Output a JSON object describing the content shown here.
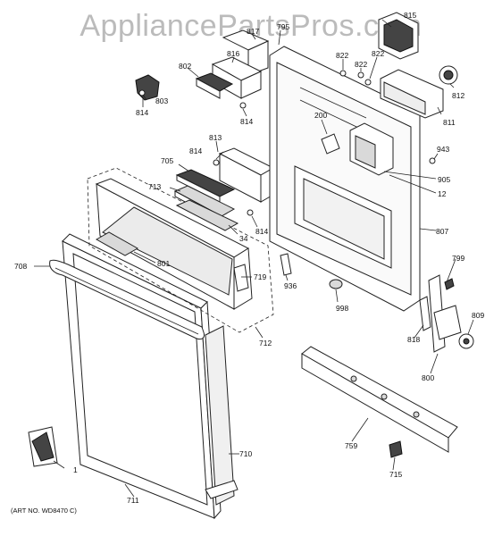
{
  "watermark": "AppliancePartsPros.com",
  "art_number": "(ART NO. WD8470 C)",
  "callouts": {
    "c795": "795",
    "c815": "815",
    "c817": "817",
    "c816": "816",
    "c802": "802",
    "c803": "803",
    "c814a": "814",
    "c814b": "814",
    "c814c": "814",
    "c814d": "814",
    "c822a": "822",
    "c822b": "822",
    "c822c": "822",
    "c812": "812",
    "c811": "811",
    "c200": "200",
    "c813": "813",
    "c943": "943",
    "c905": "905",
    "c12": "12",
    "c705": "705",
    "c713": "713",
    "c34": "34",
    "c807": "807",
    "c708": "708",
    "c801": "801",
    "c719": "719",
    "c936": "936",
    "c998": "998",
    "c799": "799",
    "c712": "712",
    "c818": "818",
    "c809": "809",
    "c800": "800",
    "c759": "759",
    "c710": "710",
    "c1": "1",
    "c715": "715",
    "c711": "711"
  },
  "colors": {
    "line": "#222222",
    "watermark": "#969696",
    "background": "#ffffff"
  }
}
